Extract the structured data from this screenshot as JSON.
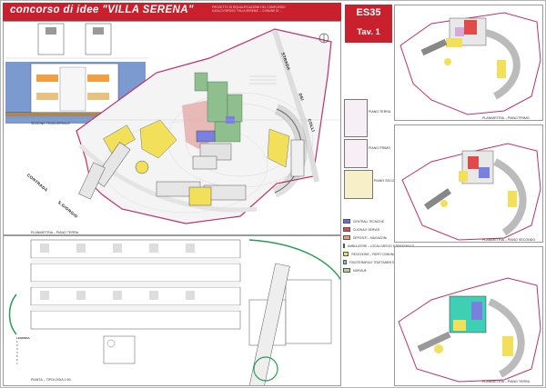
{
  "title": {
    "main": "concorso di idee  \"VILLA SERENA\"",
    "sub": "PROGETTO DI RIQUALIFICAZIONE DEL COMPLESSO\nCASA DI RIPOSO \"VILLA SERENA\" – COMUNE DI ..."
  },
  "code": {
    "label": "ES35",
    "tav": "Tav. 1"
  },
  "streets": {
    "strada": "STRADA",
    "dei": "DEI",
    "colli": "COLLI",
    "contrada": "CONTRADA",
    "s_giorgio": "S.GIORGIO"
  },
  "captions": {
    "section": "SEZIONE TRASVERSALE",
    "planimetry_ground": "PLANIMETRIA – PIANO TERRA",
    "plan_first": "PLANIMETRIA – PIANO PRIMO",
    "plan_second": "PLANIMETRIA – PIANO SECONDO",
    "plan_ground": "PLANIMETRIA – PIANO TERRA",
    "typology": "PIANTA – TIPOLOGIA 1:50"
  },
  "side_labels": [
    "PIANO TERRA",
    "PIANO PRIMO",
    "PIANO SECONDO"
  ],
  "legend": [
    {
      "label": "CENTRALI TECNICHE",
      "color": "#6a6ae0"
    },
    {
      "label": "CUCINA E SERVIZI",
      "color": "#e04a4a"
    },
    {
      "label": "DEPOSITI – MAGAZZINI",
      "color": "#e8a070"
    },
    {
      "label": "AMBULATORI – LOCALI MEDICI E PERSONALE",
      "color": "#d7a9d8"
    },
    {
      "label": "RECEZIONE – PARTI COMUNI",
      "color": "#f2e05a"
    },
    {
      "label": "FISIOTERAPIA E TRATTAMENTI",
      "color": "#5ed6c6"
    },
    {
      "label": "MORGUE",
      "color": "#b0cf90"
    }
  ],
  "key_rows": [
    "LEGENDA",
    "1",
    "2",
    "3",
    "4",
    "5",
    "6",
    "7"
  ],
  "colors": {
    "red": "#c8202c",
    "yellow": "#f2e05a",
    "green": "#8fbf8f",
    "magenta_outline": "#c0306a",
    "pink": "#e7b9b7",
    "blue": "#7a80e0",
    "teal": "#3ecfb5",
    "sky": "#6a8fc8"
  }
}
